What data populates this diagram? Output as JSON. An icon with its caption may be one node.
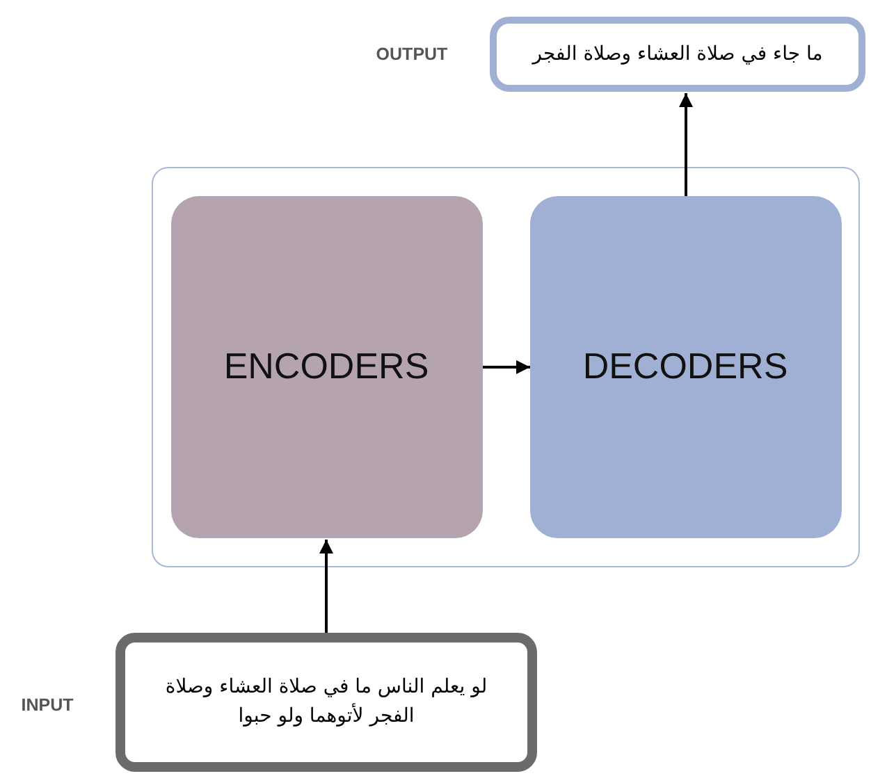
{
  "diagram": {
    "nodes": [
      {
        "text": [
          "ما جاء في صلاة العشاء وصلاة الفجر"
        ],
        "beside": [
          "OUTPUT"
        ]
      },
      {
        "text": [],
        "shape": "box"
      },
      {
        "text": [
          "ENCODERS"
        ],
        "in": 1
      },
      {
        "text": [
          "DECODERS"
        ],
        "in": 1
      },
      {
        "text": [
          "لو يعلم الناس ما في صلاة العشاء وصلاة الفجر لأتوهما ولو حبوا"
        ],
        "beside": [
          "INPUT"
        ]
      }
    ],
    "edges": [
      {
        "from": 4,
        "to": 2,
        "arrow": "to"
      },
      {
        "from": 2,
        "to": 3,
        "arrow": "to"
      },
      {
        "from": 3,
        "to": 0,
        "arrow": "to"
      }
    ]
  }
}
